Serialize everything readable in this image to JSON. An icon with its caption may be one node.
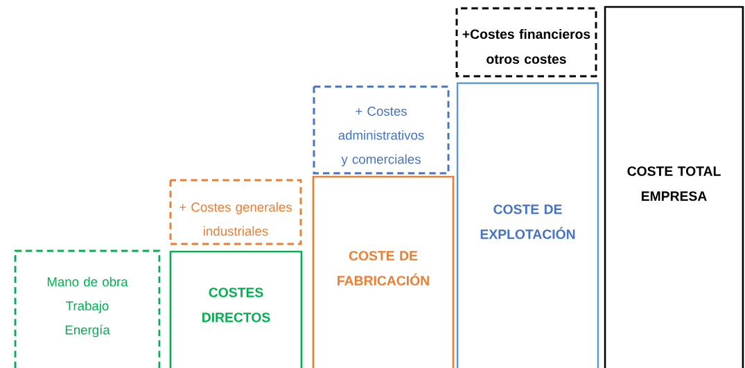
{
  "diagram": {
    "nodes": [
      {
        "text": [
          "Mano de obra",
          "Trabajo",
          "Energía"
        ]
      },
      {
        "text": [
          "+ Costes generales industriales"
        ]
      },
      {
        "text": [
          "COSTES DIRECTOS"
        ]
      },
      {
        "text": [
          "+ Costes administrativos y comerciales"
        ]
      },
      {
        "text": [
          "COSTE DE FABRICACIÓN"
        ]
      },
      {
        "text": [
          "+Costes financieros otros costes"
        ]
      },
      {
        "text": [
          "COSTE DE EXPLOTACIÓN"
        ]
      },
      {
        "text": [
          "COSTE TOTAL EMPRESA"
        ]
      }
    ]
  }
}
